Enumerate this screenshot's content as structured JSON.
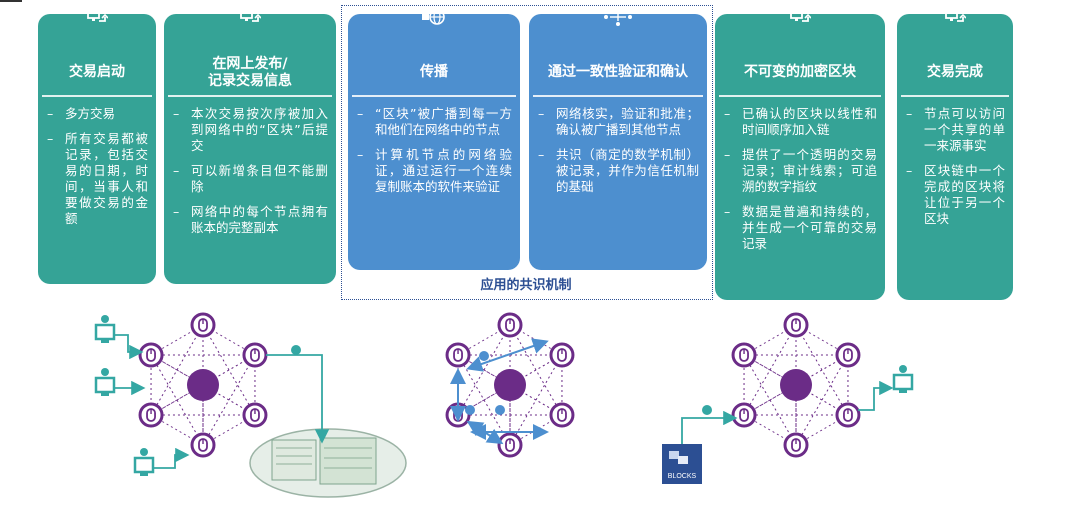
{
  "colors": {
    "teal": "#35a396",
    "blue": "#4d8fcf",
    "purple": "#6b2c87",
    "node_edge": "#6b2c87",
    "arrow": "#34a7a3",
    "dotted": "#2c4f93"
  },
  "cards": [
    {
      "icon": "computer-arrow-icon",
      "title": "交易启动",
      "bullets": [
        "多方交易",
        "所有交易都被记录，包括交易的日期，时间，当事人和要做交易的金额"
      ]
    },
    {
      "icon": "computer-arrow-icon",
      "title": "在网上发布/\n记录交易信息",
      "bullets": [
        "本次交易按次序被加入到网络中的“区块”后提交",
        "可以新增条目但不能删除",
        "网络中的每个节点拥有账本的完整副本"
      ]
    },
    {
      "icon": "globe-broadcast-icon",
      "title": "传播",
      "bullets": [
        "“区块”被广播到每一方和他们在网络中的节点",
        "计算机节点的网络验证，通过运行一个连续复制账本的软件来验证"
      ]
    },
    {
      "icon": "consensus-dots-icon",
      "title": "通过一致性验证和确认",
      "bullets": [
        "网络核实，验证和批准；确认被广播到其他节点",
        "共识（商定的数学机制）被记录，并作为信任机制的基础"
      ]
    },
    {
      "icon": "computer-arrow-icon",
      "title": "不可变的加密区块",
      "bullets": [
        "已确认的区块以线性和时间顺序加入链",
        "提供了一个透明的交易记录；审计线索；可追溯的数字指纹",
        "数据是普遍和持续的，并生成一个可靠的交易记录"
      ]
    },
    {
      "icon": "computer-arrow-icon",
      "title": "交易完成",
      "bullets": [
        "节点可以访问一个共享的单一来源事实",
        "区块链中一个完成的区块将让位于另一个区块"
      ]
    }
  ],
  "consensus_label": "应用的共识机制",
  "blocks_label": "BLOCKS"
}
